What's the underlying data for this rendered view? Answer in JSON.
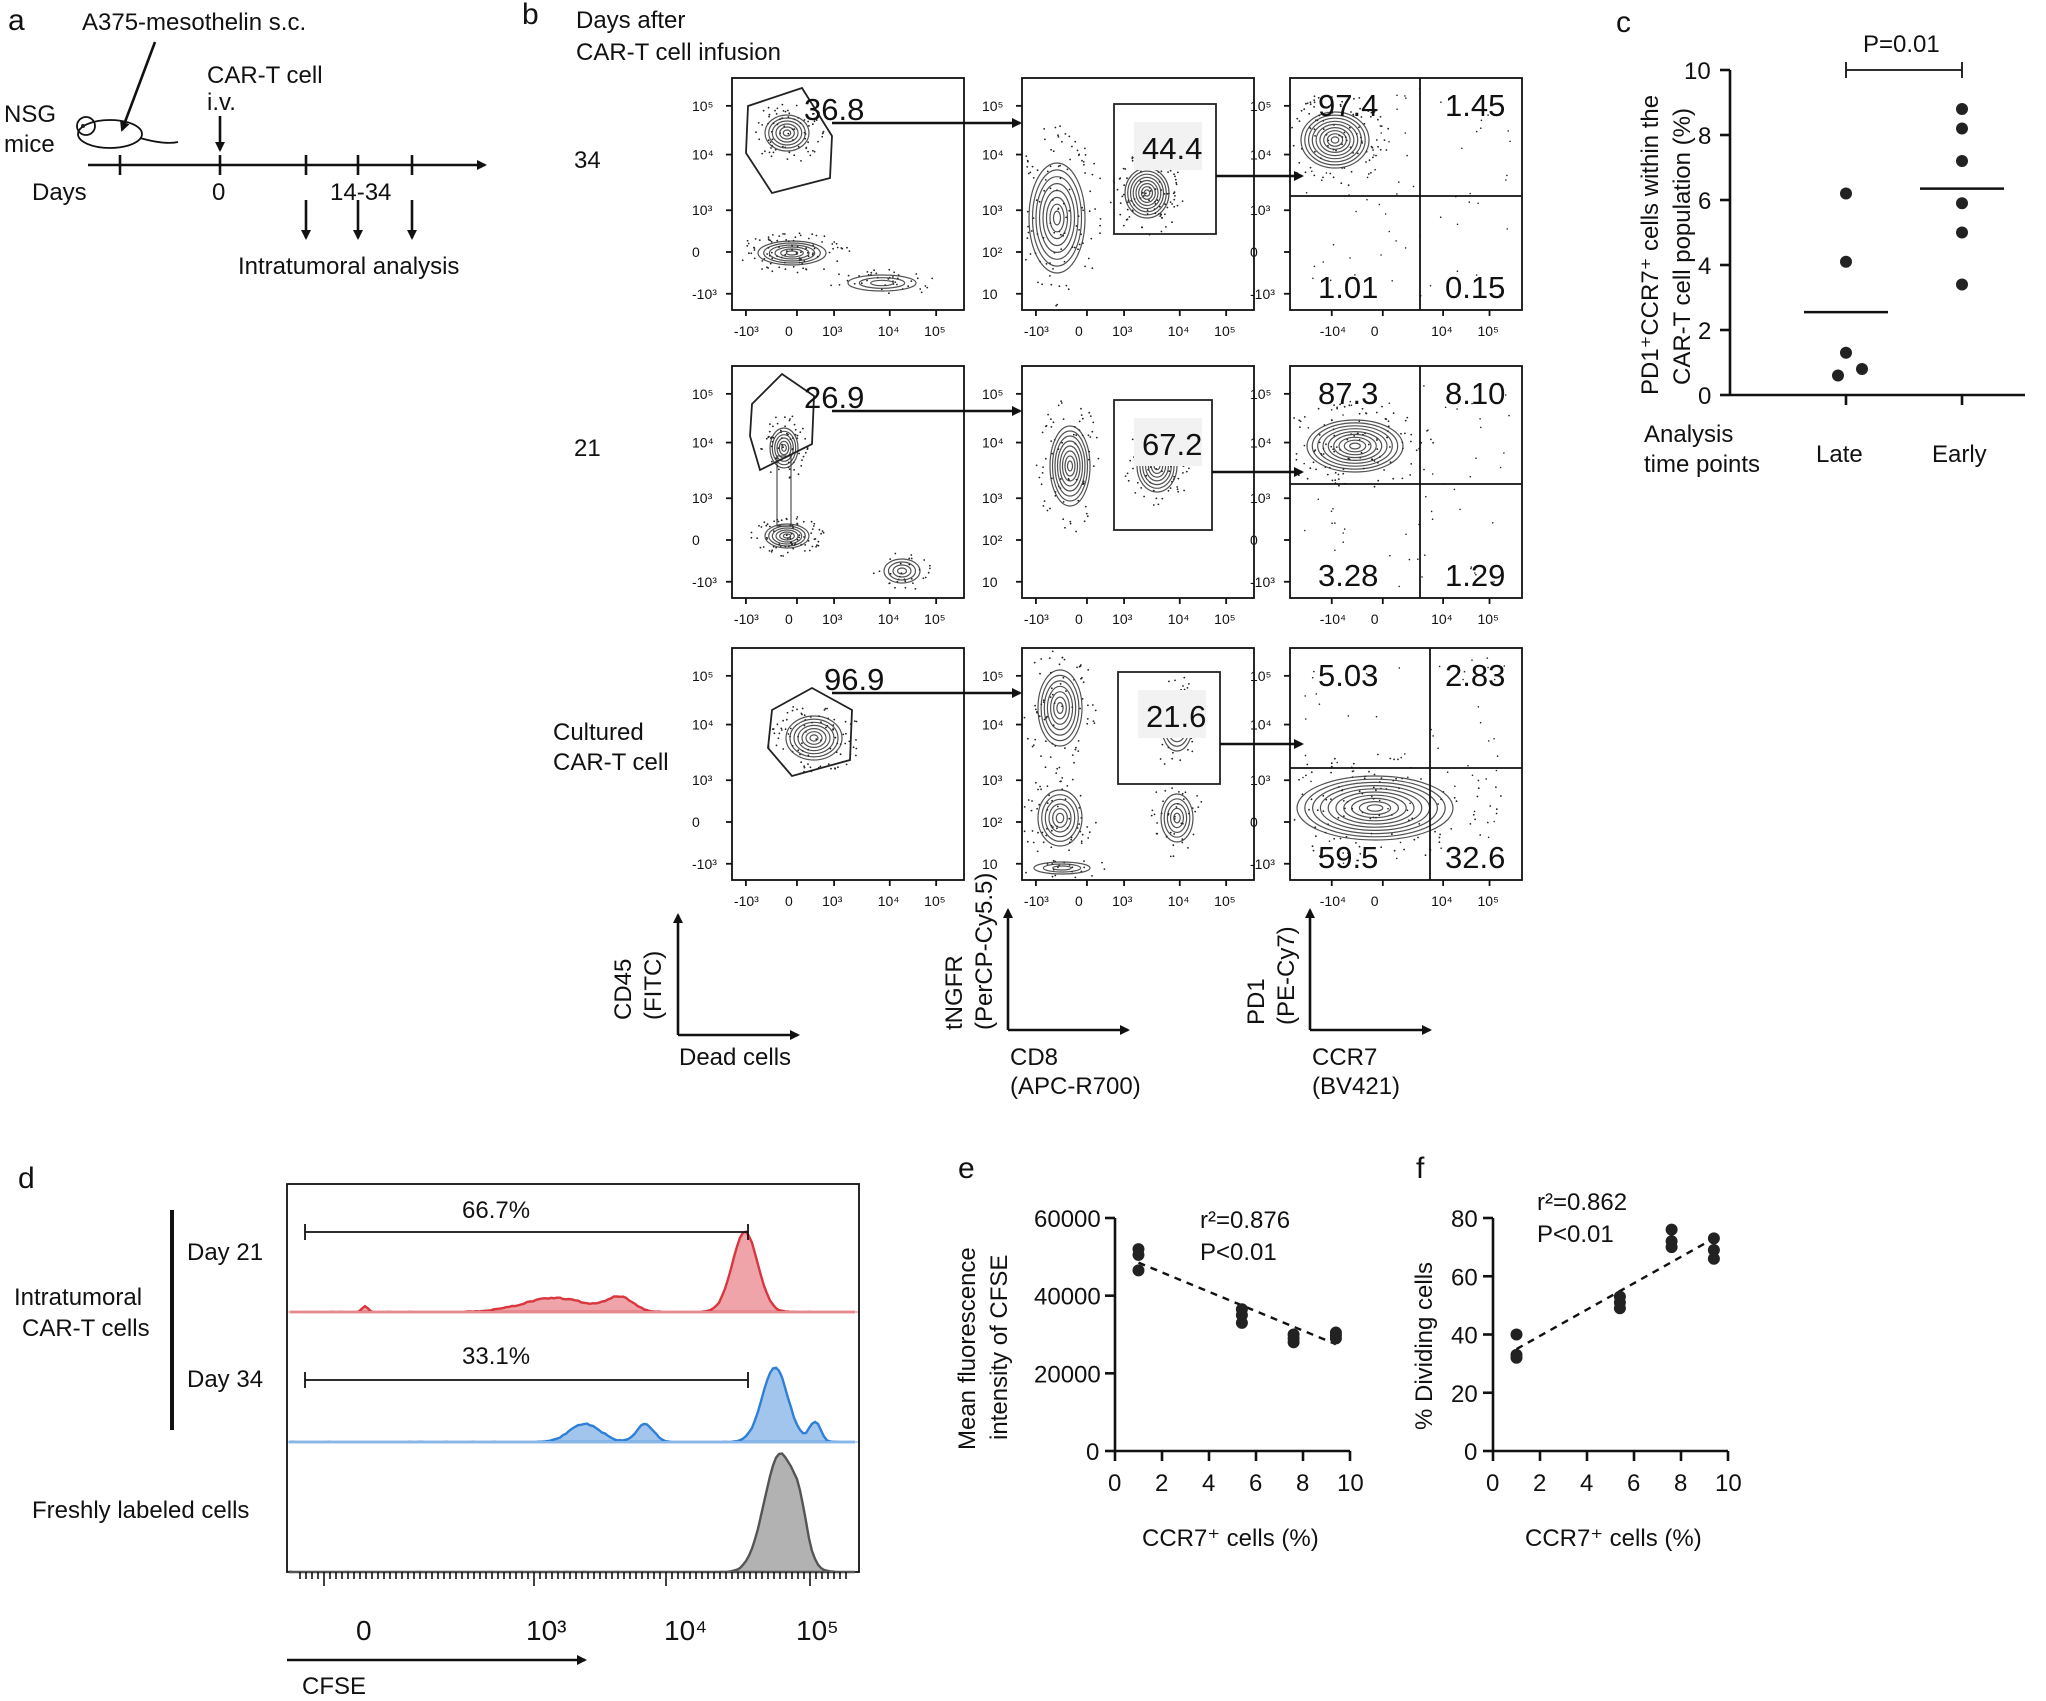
{
  "panel_labels": {
    "a": "a",
    "b": "b",
    "c": "c",
    "d": "d",
    "e": "e",
    "f": "f"
  },
  "panel_a": {
    "tumor_label": "A375-mesothelin s.c.",
    "mice_line1": "NSG",
    "mice_line2": "mice",
    "cart_line1": "CAR-T cell",
    "cart_line2": "i.v.",
    "days_label": "Days",
    "day_zero": "0",
    "day_range": "14-34",
    "analysis_label": "Intratumoral analysis"
  },
  "panel_b": {
    "header_line1": "Days after",
    "header_line2": "CAR-T cell infusion",
    "rows": [
      {
        "label": "34",
        "label2": "",
        "gate1": "36.8",
        "gate2": "44.4",
        "q_ul": "97.4",
        "q_ur": "1.45",
        "q_ll": "1.01",
        "q_lr": "0.15"
      },
      {
        "label": "21",
        "label2": "",
        "gate1": "26.9",
        "gate2": "67.2",
        "q_ul": "87.3",
        "q_ur": "8.10",
        "q_ll": "3.28",
        "q_lr": "1.29"
      },
      {
        "label": "Cultured",
        "label2": "CAR-T cell",
        "gate1": "96.9",
        "gate2": "21.6",
        "q_ul": "5.03",
        "q_ur": "2.83",
        "q_ll": "59.5",
        "q_lr": "32.6"
      }
    ],
    "ticks": {
      "y_labels": [
        "10⁵",
        "10⁴",
        "10³",
        "0",
        "-10³"
      ],
      "y2_labels": [
        "10⁵",
        "10⁴",
        "10³",
        "10²",
        "10"
      ],
      "x_labels": [
        "-10³",
        "0",
        "10³",
        "10⁴",
        "10⁵"
      ],
      "x3_labels": [
        "-10⁴",
        "0",
        "10⁴",
        "10⁵"
      ]
    },
    "axes": {
      "ax1_y1": "CD45",
      "ax1_y2": "(FITC)",
      "ax1_x": "Dead cells",
      "ax2_y1": "tNGFR",
      "ax2_y2": "(PerCP-Cy5.5)",
      "ax2_x1": "CD8",
      "ax2_x2": "(APC-R700)",
      "ax3_y1": "PD1",
      "ax3_y2": "(PE-Cy7)",
      "ax3_x1": "CCR7",
      "ax3_x2": "(BV421)"
    }
  },
  "panel_c": {
    "ylabel_line1": "PD1⁺CCR7⁺ cells within the",
    "ylabel_line2": "CAR-T cell population (%)",
    "xlabel_line1": "Analysis",
    "xlabel_line2": "time points",
    "pvalue": "P=0.01",
    "chart_data": {
      "type": "scatter",
      "categories": [
        "Late",
        "Early"
      ],
      "series": [
        {
          "values": [
            0.6,
            0.8,
            1.3,
            4.1,
            6.2
          ],
          "mean": 2.55
        },
        {
          "values": [
            3.4,
            5.0,
            5.9,
            7.2,
            8.2,
            8.8
          ],
          "mean": 6.35
        }
      ],
      "ylim": [
        0,
        10
      ],
      "yticks": [
        0,
        2,
        4,
        6,
        8,
        10
      ]
    }
  },
  "panel_d": {
    "group_line1": "Intratumoral",
    "group_line2": "CAR-T cells",
    "day21": "Day 21",
    "day34": "Day 34",
    "fresh": "Freshly labeled cells",
    "pct21": "66.7%",
    "pct34": "33.1%",
    "xlabel": "CFSE",
    "xticks": [
      "0",
      "10³",
      "10⁴",
      "10⁵"
    ],
    "colors": {
      "day21": "#d9363e",
      "day34": "#2f7fd6",
      "fresh": "#555555"
    }
  },
  "panel_e": {
    "ylabel_line1": "Mean fluorescence",
    "ylabel_line2": "intensity of CFSE",
    "xlabel": "CCR7⁺ cells (%)",
    "r2": "r²=0.876",
    "p": "P<0.01",
    "chart_data": {
      "type": "scatter",
      "points": [
        [
          1.0,
          52000
        ],
        [
          1.0,
          50500
        ],
        [
          1.0,
          46500
        ],
        [
          5.4,
          36500
        ],
        [
          5.4,
          35000
        ],
        [
          5.4,
          33000
        ],
        [
          7.6,
          30000
        ],
        [
          7.6,
          29000
        ],
        [
          7.6,
          28000
        ],
        [
          9.4,
          30500
        ],
        [
          9.4,
          29800
        ],
        [
          9.4,
          29000
        ]
      ],
      "trend": [
        [
          1.0,
          48500
        ],
        [
          9.4,
          27500
        ]
      ],
      "xlim": [
        0,
        10
      ],
      "ylim": [
        0,
        60000
      ],
      "xticks": [
        0,
        2,
        4,
        6,
        8,
        10
      ],
      "yticks": [
        0,
        20000,
        40000,
        60000
      ]
    }
  },
  "panel_f": {
    "ylabel": "% Dividing cells",
    "xlabel": "CCR7⁺ cells (%)",
    "r2": "r²=0.862",
    "p": "P<0.01",
    "chart_data": {
      "type": "scatter",
      "points": [
        [
          1.0,
          40
        ],
        [
          1.0,
          33
        ],
        [
          1.0,
          32
        ],
        [
          5.4,
          53
        ],
        [
          5.4,
          51
        ],
        [
          5.4,
          49
        ],
        [
          7.6,
          76
        ],
        [
          7.6,
          72
        ],
        [
          7.6,
          70
        ],
        [
          9.4,
          73
        ],
        [
          9.4,
          69
        ],
        [
          9.4,
          66
        ]
      ],
      "trend": [
        [
          1.0,
          35
        ],
        [
          9.4,
          73
        ]
      ],
      "xlim": [
        0,
        10
      ],
      "ylim": [
        0,
        80
      ],
      "xticks": [
        0,
        2,
        4,
        6,
        8,
        10
      ],
      "yticks": [
        0,
        20,
        40,
        60,
        80
      ]
    }
  }
}
